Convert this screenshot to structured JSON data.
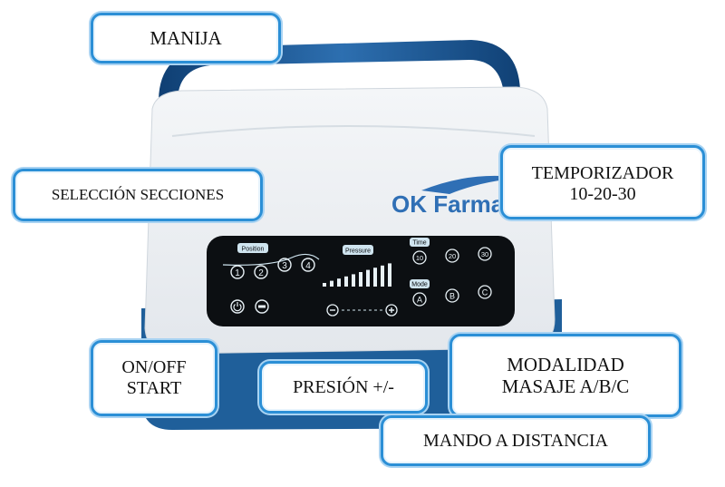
{
  "callouts": {
    "manija": "MANIJA",
    "seleccion": "SELECCIÓN SECCIONES",
    "temporizador": [
      "TEMPORIZADOR",
      "10-20-30"
    ],
    "onoff": [
      "ON/OFF",
      "START"
    ],
    "presion": "PRESIÓN +/-",
    "modalidad": [
      "MODALIDAD",
      "MASAJE A/B/C"
    ],
    "mando": "MANDO A DISTANCIA"
  },
  "device": {
    "brand": "OK Farma",
    "panel": {
      "position_label": "Position",
      "sections": [
        "1",
        "2",
        "3",
        "4"
      ],
      "pressure_label": "Pressure",
      "pressure_level_fraction": 1.0,
      "time_label": "Time",
      "timer_values": [
        "10",
        "20",
        "30"
      ],
      "mode_label": "Mode",
      "modes": [
        "A",
        "B",
        "C"
      ]
    }
  },
  "colors": {
    "callout_border": "#2b8fd6",
    "device_blue": "#1f5f9a",
    "panel_black": "#0c0f12",
    "panel_display": "#cfe4ef"
  }
}
